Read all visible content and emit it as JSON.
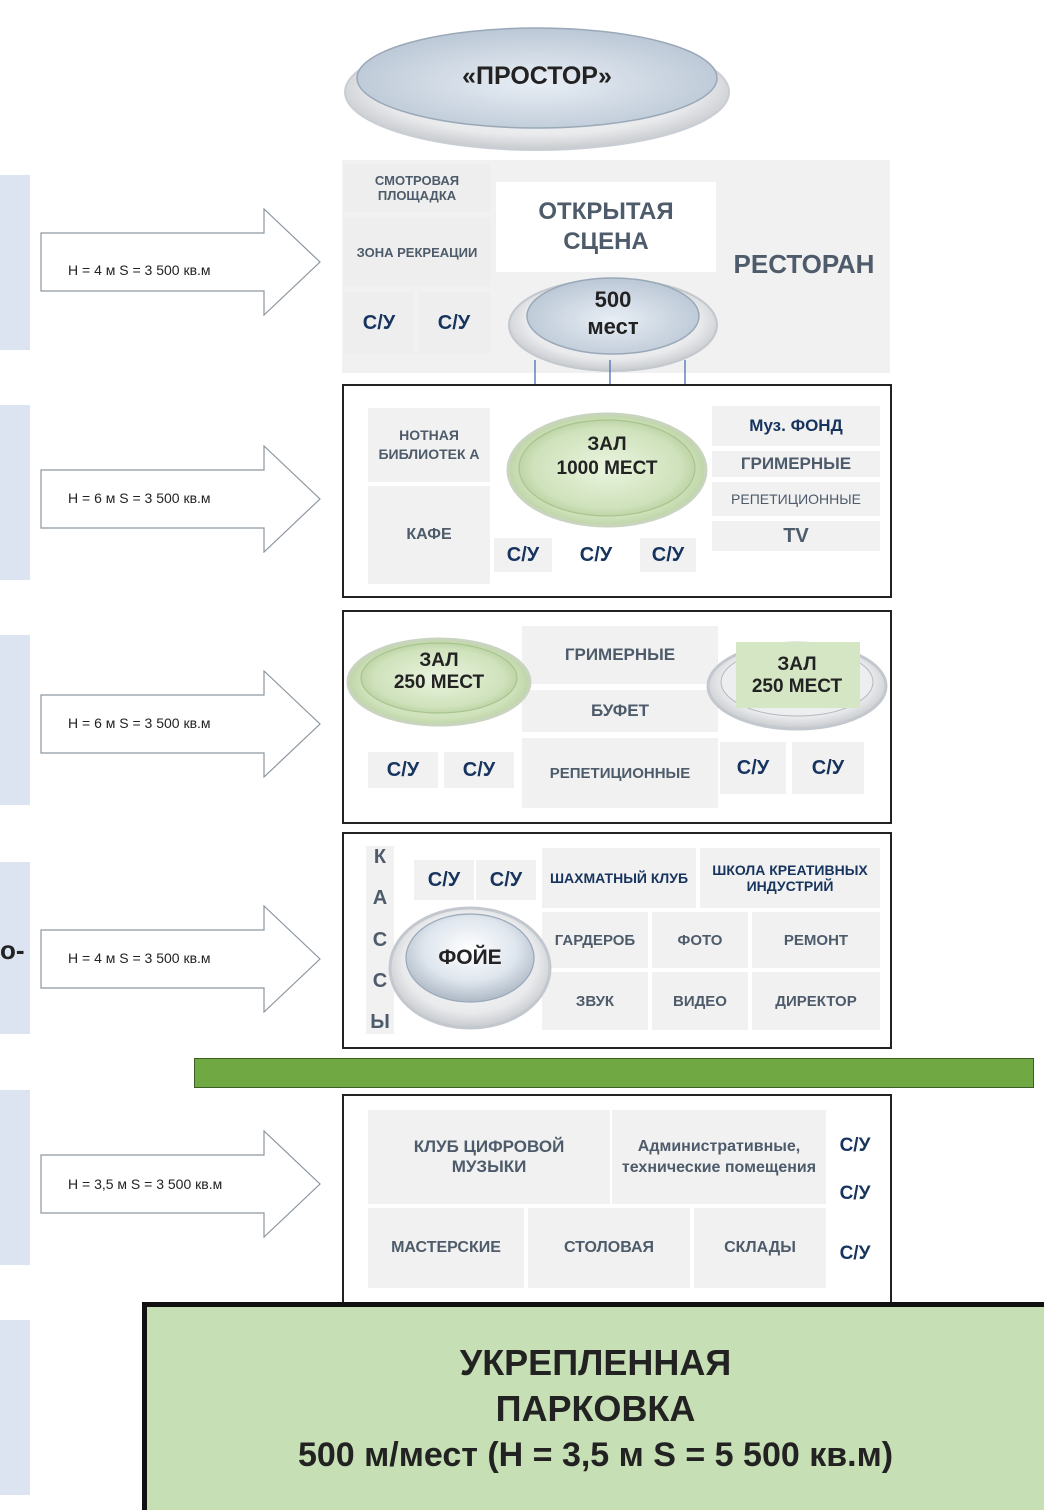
{
  "title": "«ПРОСТОР»",
  "floors": [
    {
      "arrow_label": "Н = 4 м    S = 3 500 кв.м",
      "rooms": {
        "observation": "СМОТРОВАЯ ПЛОЩАДКА",
        "open_stage": "ОТКРЫТАЯ СЦЕНА",
        "recreation": "ЗОНА РЕКРЕАЦИИ",
        "restaurant": "РЕСТОРАН",
        "wc1": "С/У",
        "wc2": "С/У",
        "seats_num": "500",
        "seats_word": "мест"
      }
    },
    {
      "arrow_label": "Н = 6 м    S = 3 500 кв.м",
      "rooms": {
        "library": "НОТНАЯ БИБЛИОТЕК А",
        "hall_line1": "ЗАЛ",
        "hall_line2": "1000 МЕСТ",
        "music_fund": "Муз. ФОНД",
        "dressing": "ГРИМЕРНЫЕ",
        "rehearsal": "РЕПЕТИЦИОННЫЕ",
        "tv": "TV",
        "cafe": "КАФЕ",
        "wc1": "С/У",
        "wc2": "С/У",
        "wc3": "С/У"
      }
    },
    {
      "arrow_label": "Н = 6 м    S = 3 500 кв.м",
      "rooms": {
        "hall_left_line1": "ЗАЛ",
        "hall_left_line2": "250 МЕСТ",
        "dressing": "ГРИМЕРНЫЕ",
        "hall_right_line1": "ЗАЛ",
        "hall_right_line2": "250 МЕСТ",
        "buffet": "БУФЕТ",
        "rehearsal": "РЕПЕТИЦИОННЫЕ",
        "wc1": "С/У",
        "wc2": "С/У",
        "wc3": "С/У",
        "wc4": "С/У"
      }
    },
    {
      "arrow_label": "Н = 4 м    S = 3 500 кв.м",
      "side_fragment": "о-",
      "rooms": {
        "kassy_letters": [
          "К",
          "А",
          "С",
          "С",
          "Ы"
        ],
        "wc1": "С/У",
        "wc2": "С/У",
        "chess": "ШАХМАТНЫЙ КЛУБ",
        "creative": "ШКОЛА КРЕАТИВНЫХ ИНДУСТРИЙ",
        "foyer": "ФОЙЕ",
        "wardrobe": "ГАРДЕРОБ",
        "photo": "ФОТО",
        "repair": "РЕМОНТ",
        "sound": "ЗВУК",
        "video": "ВИДЕО",
        "director": "ДИРЕКТОР"
      }
    },
    {
      "arrow_label": "Н = 3,5 м   S = 3 500 кв.м",
      "rooms": {
        "digital_club": "КЛУБ ЦИФРОВОЙ МУЗЫКИ",
        "admin": "Административные, технические помещения",
        "wc1": "С/У",
        "wc2": "С/У",
        "wc3": "С/У",
        "workshops": "МАСТЕРСКИЕ",
        "canteen": "СТОЛОВАЯ",
        "storage": "СКЛАДЫ"
      }
    }
  ],
  "parking": {
    "line1": "УКРЕПЛЕННАЯ",
    "line2": "ПАРКОВКА",
    "line3": "500 м/мест (Н = 3,5 м   S = 5 500 кв.м)"
  },
  "colors": {
    "sidebar": "#dbe4f0",
    "cell": "#f1f1f1",
    "green_bar": "#70a944",
    "parking_bg": "#c6dfb5",
    "navy_text": "#17345e"
  }
}
